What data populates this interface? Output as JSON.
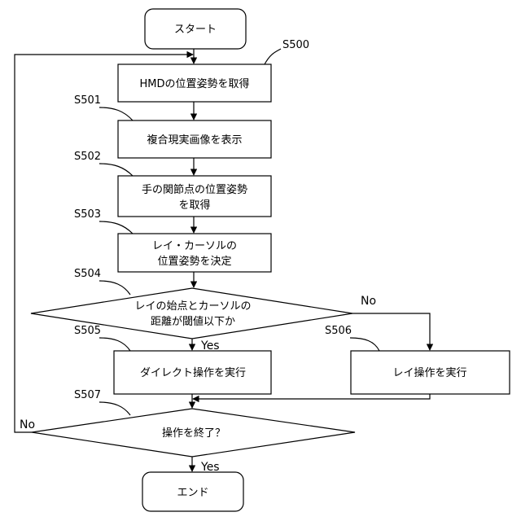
{
  "nodes": {
    "start": "スタート",
    "s500": "HMDの位置姿勢を取得",
    "s501": "複合現実画像を表示",
    "s502_line1": "手の関節点の位置姿勢",
    "s502_line2": "を取得",
    "s503_line1": "レイ・カーソルの",
    "s503_line2": "位置姿勢を決定",
    "s504_line1": "レイの始点とカーソルの",
    "s504_line2": "距離が閾値以下か",
    "s505": "ダイレクト操作を実行",
    "s506": "レイ操作を実行",
    "s507": "操作を終了？",
    "end": "エンド"
  },
  "step_labels": {
    "s500": "S500",
    "s501": "S501",
    "s502": "S502",
    "s503": "S503",
    "s504": "S504",
    "s505": "S505",
    "s506": "S506",
    "s507": "S507"
  },
  "edge_labels": {
    "s504_no": "No",
    "s504_yes": "Yes",
    "s507_no": "No",
    "s507_yes": "Yes"
  }
}
